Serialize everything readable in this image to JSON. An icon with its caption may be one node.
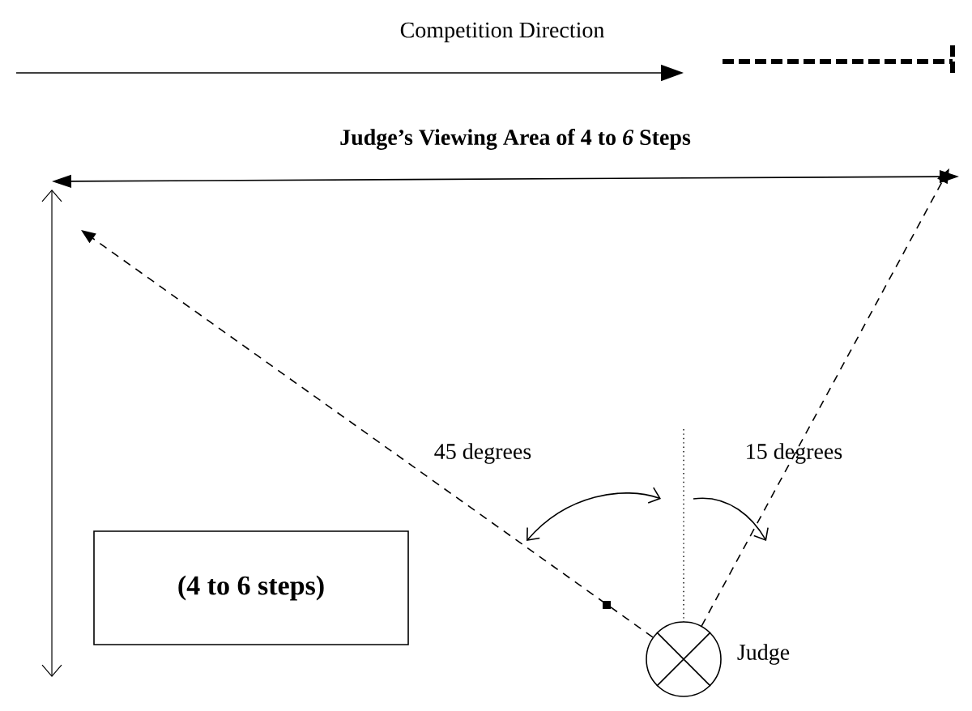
{
  "diagram": {
    "nodes": [
      {
        "text": [
          "(4 to 6 steps)"
        ]
      },
      {
        "text": [],
        "shape": "circle",
        "beside": [
          "Judge"
        ]
      }
    ],
    "edges": [
      {
        "from": 1,
        "to": null,
        "arrow": "to",
        "style": "dashed"
      },
      {
        "from": 1,
        "to": null,
        "arrow": "to",
        "style": "dashed"
      }
    ],
    "labels": [
      "Competition Direction",
      "Judge’s Viewing Area of 4 to *6* Steps",
      "45 degrees",
      "15 degrees"
    ]
  }
}
